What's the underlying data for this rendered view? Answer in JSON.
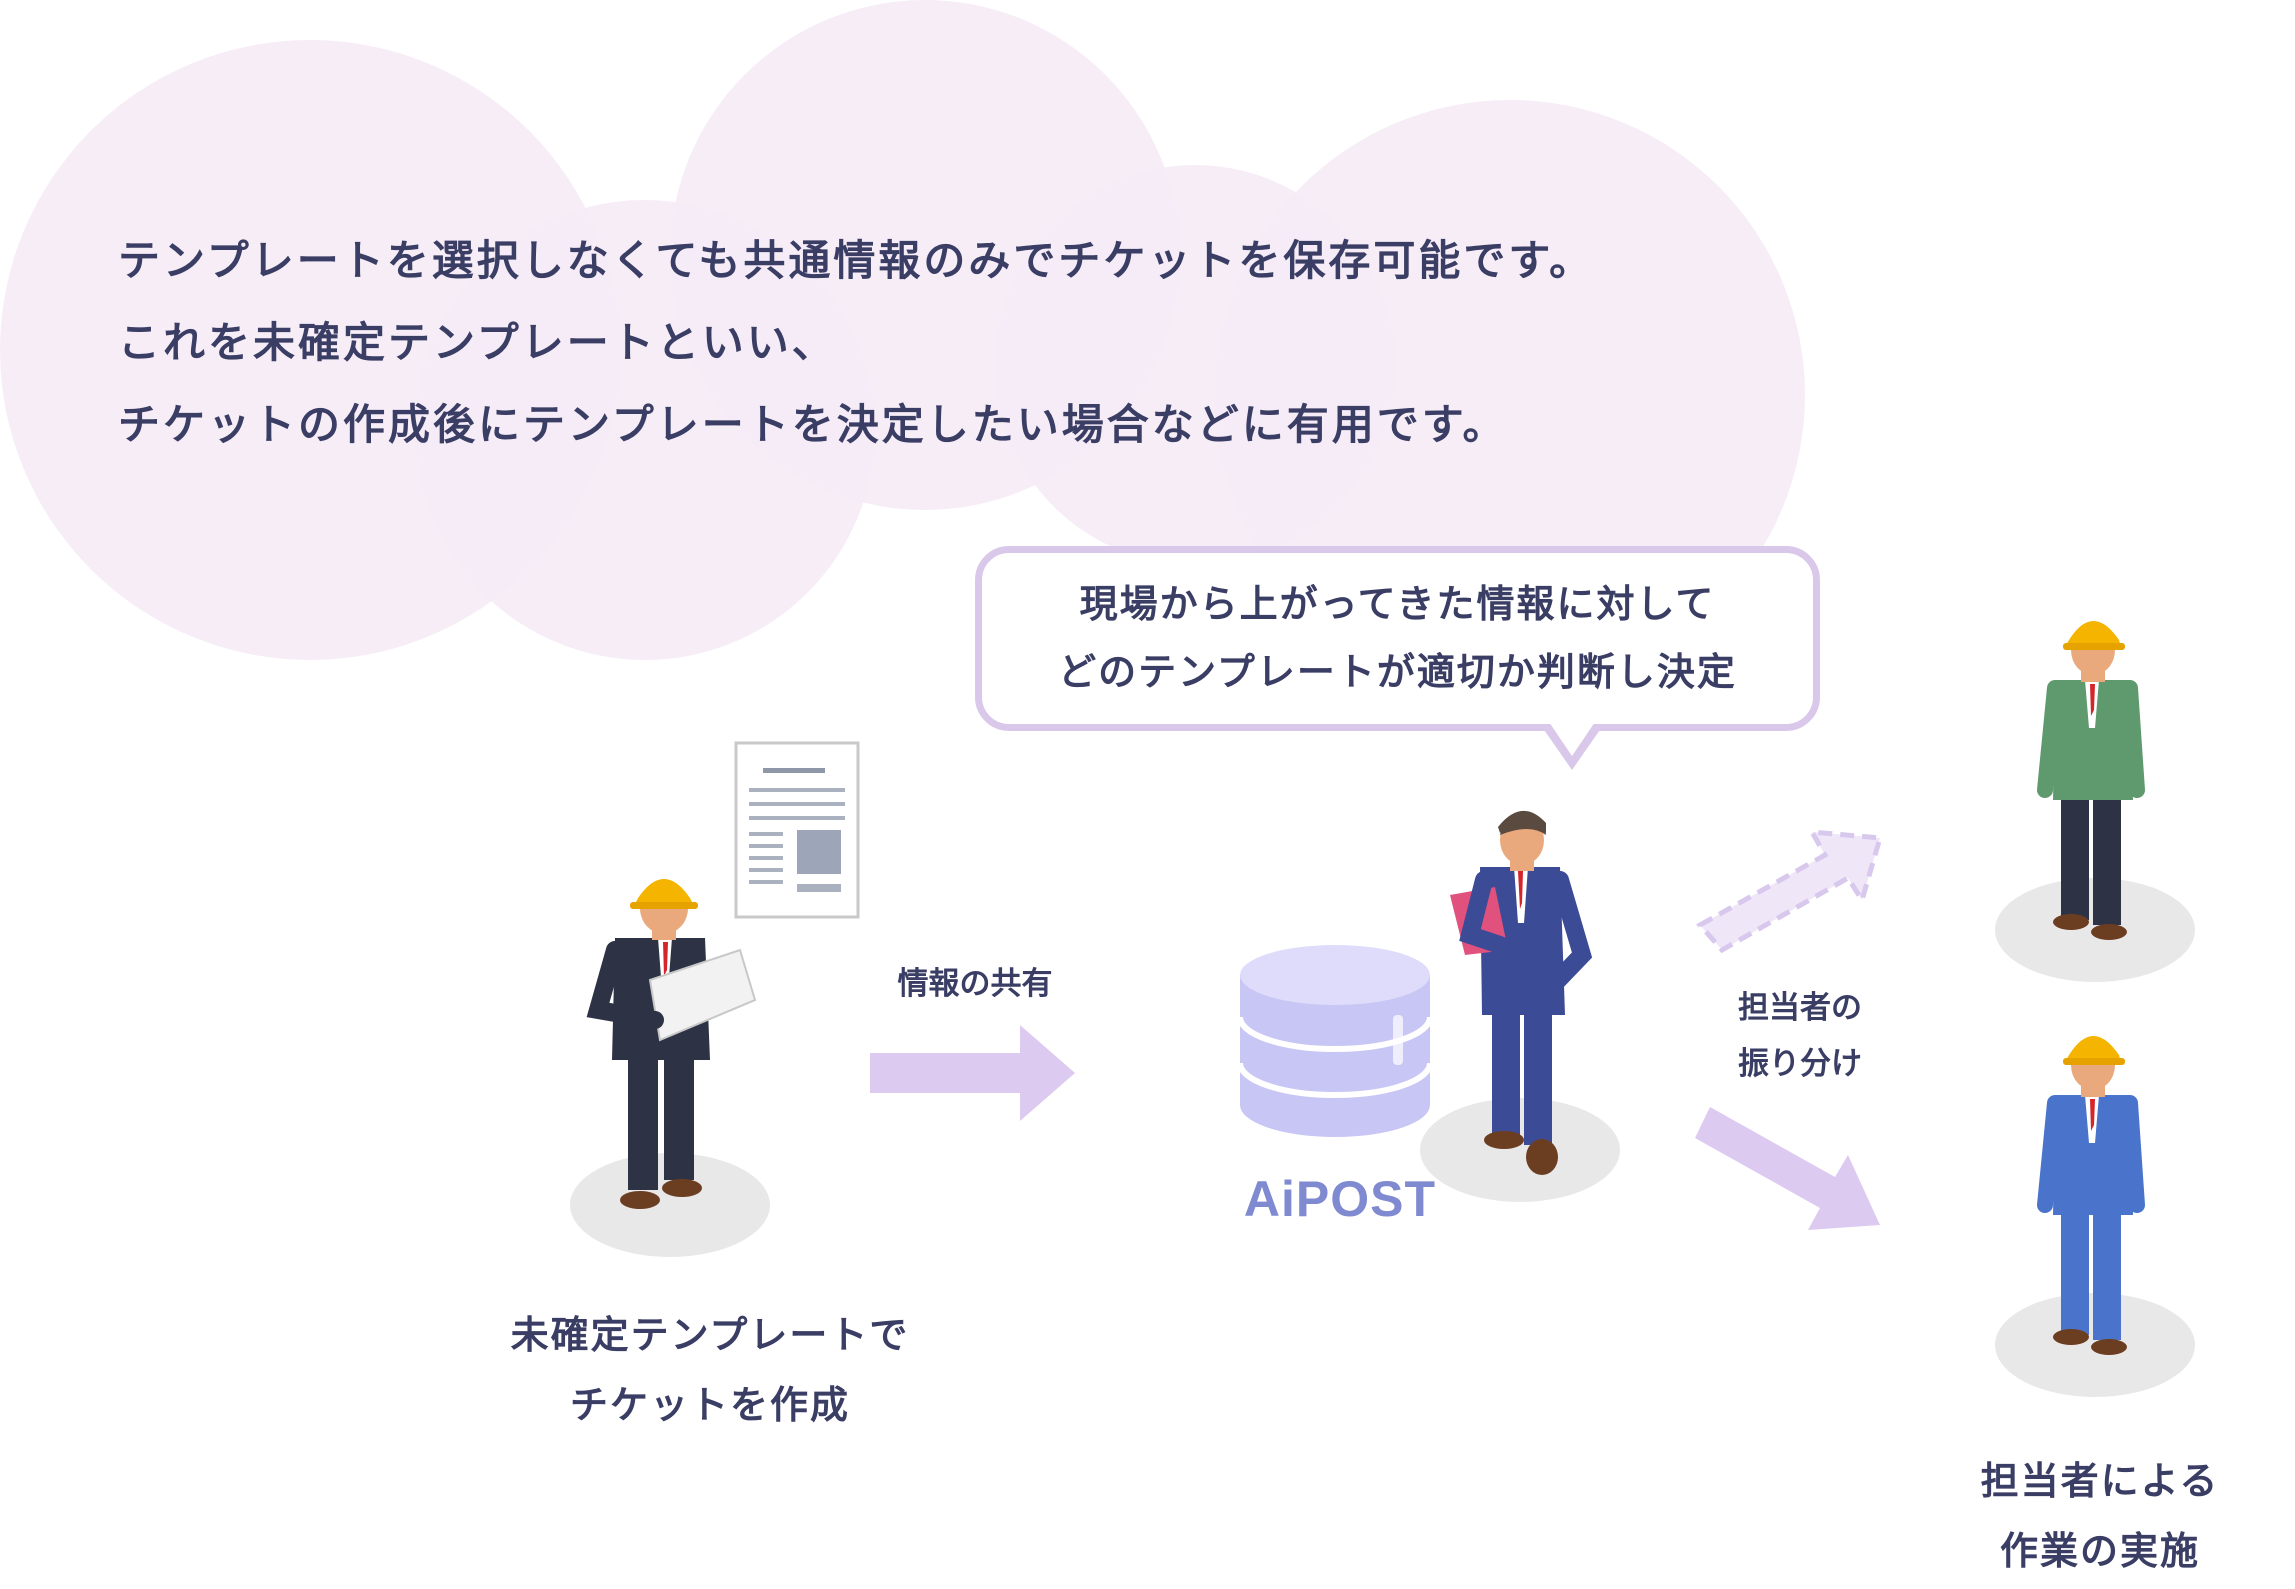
{
  "intro": {
    "line1": "テンプレートを選択しなくても共通情報のみでチケットを保存可能です。",
    "line2": "これを未確定テンプレートといい、",
    "line3": "チケットの作成後にテンプレートを決定したい場合などに有用です。"
  },
  "speech": {
    "line1": "現場から上がってきた情報に対して",
    "line2": "どのテンプレートが適切か判断し決定"
  },
  "arrow_share_label": "情報の共有",
  "assign_label": {
    "line1": "担当者の",
    "line2": "振り分け"
  },
  "aipost_label": "AiPOST",
  "caption_left": {
    "line1": "未確定テンプレートで",
    "line2": "チケットを作成"
  },
  "caption_right": {
    "line1": "担当者による",
    "line2": "作業の実施"
  },
  "colors": {
    "bubble_background": "#f5ecf6",
    "speech_border": "#d9c8ea",
    "arrow": "#dccaf0",
    "text": "#3a3d64",
    "aipost": "#7f8ad0",
    "database": "#c8c6f4",
    "helmet": "#f4b400",
    "tie": "#d4252b"
  },
  "icons": [
    "document-icon",
    "database-icon",
    "worker-icon",
    "manager-icon"
  ]
}
